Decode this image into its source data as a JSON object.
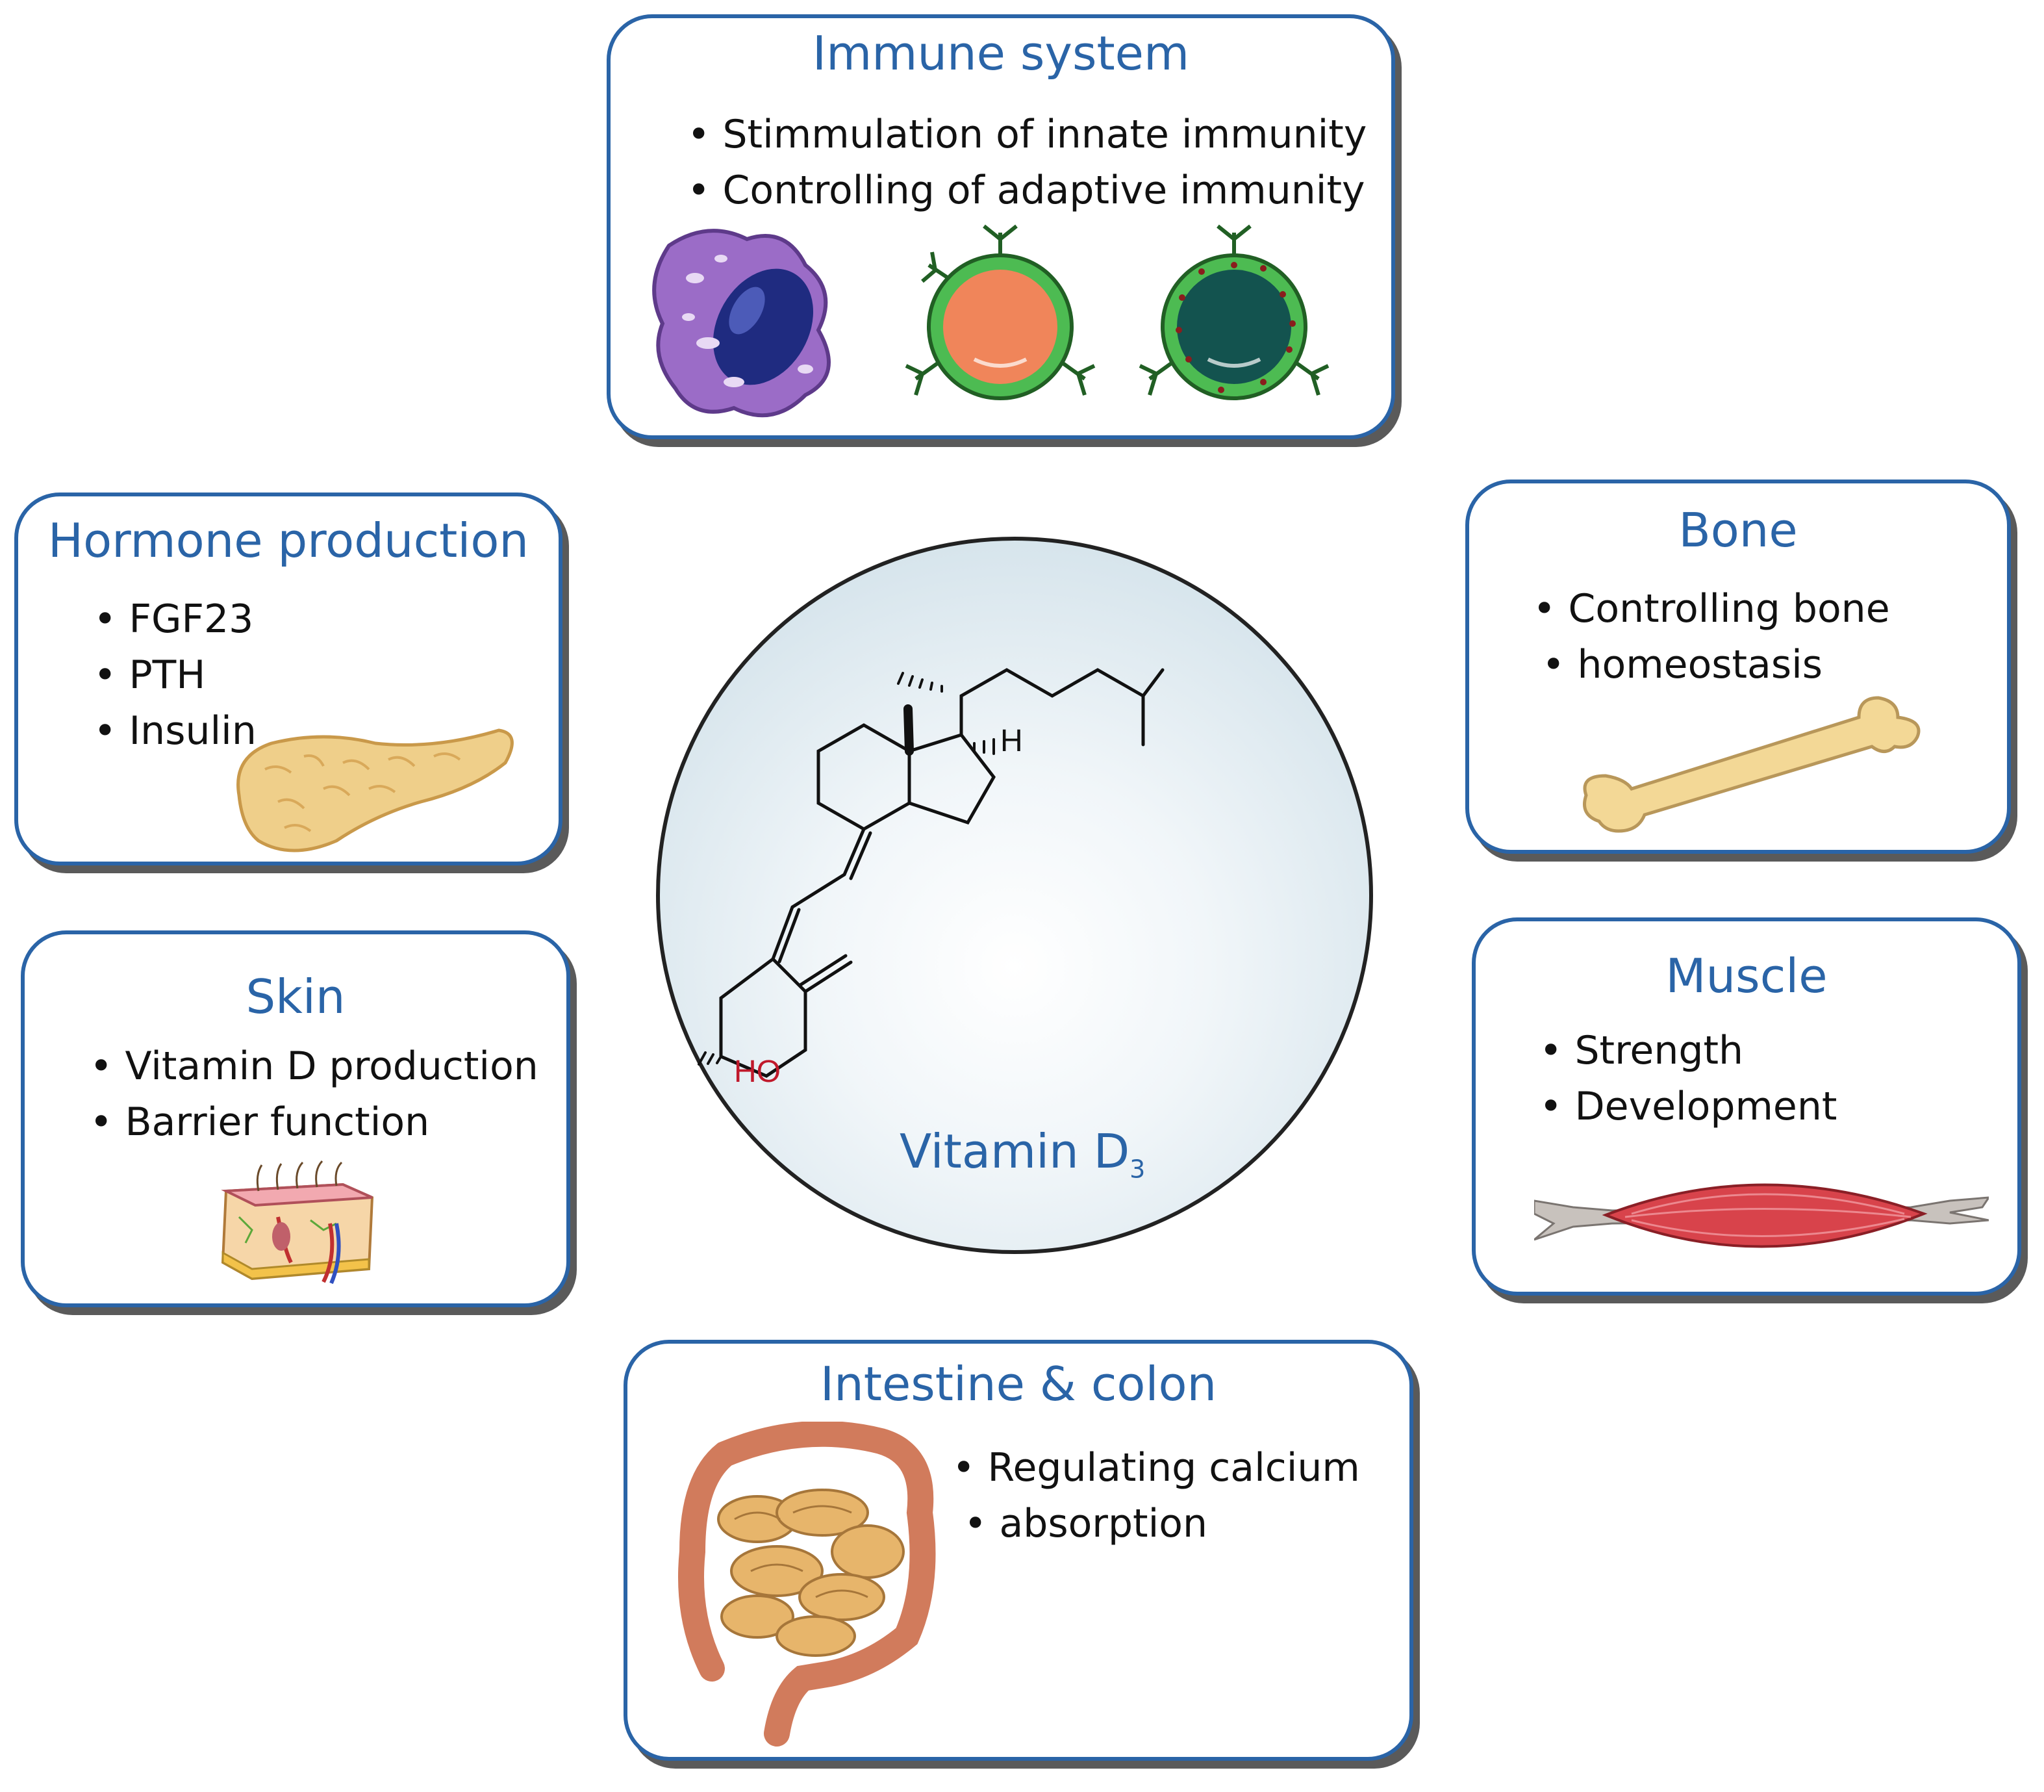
{
  "center": {
    "name_main": "Vitamin D",
    "name_sub": "3",
    "ho_label": "HO",
    "h_label": "H"
  },
  "immune": {
    "title": "Immune system",
    "bullets": [
      "Stimmulation of innate immunity",
      "Controlling of adaptive immunity"
    ]
  },
  "hormone": {
    "title": "Hormone production",
    "bullets": [
      "FGF23",
      "PTH",
      "Insulin"
    ]
  },
  "bone": {
    "title": "Bone",
    "bullets": [
      "Controlling bone",
      "homeostasis"
    ]
  },
  "skin": {
    "title": "Skin",
    "bullets": [
      "Vitamin D production",
      "Barrier function"
    ]
  },
  "muscle": {
    "title": "Muscle",
    "bullets": [
      "Strength",
      "Development"
    ]
  },
  "intestine": {
    "title": "Intestine & colon",
    "bullets": [
      "Regulating calcium",
      "absorption"
    ]
  },
  "colors": {
    "accent": "#2a64a7",
    "hydroxyl": "#c0192b"
  }
}
